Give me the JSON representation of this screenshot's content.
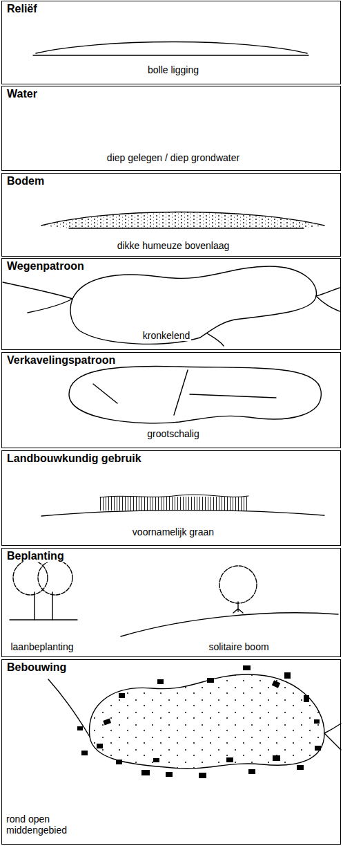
{
  "diagram": {
    "nodes": [
      {
        "text": [
          "Reliëf",
          "bolle ligging"
        ]
      },
      {
        "text": [
          "Water",
          "diep gelegen / diep grondwater"
        ]
      },
      {
        "text": [
          "Bodem",
          "dikke humeuze bovenlaag"
        ]
      },
      {
        "text": [
          "Wegenpatroon",
          "kronkelend"
        ]
      },
      {
        "text": [
          "Verkavelingspatroon",
          "grootschalig"
        ]
      },
      {
        "text": [
          "Landbouwkundig gebruik",
          "voornamelijk graan"
        ]
      },
      {
        "text": [
          "Beplanting",
          "laanbeplanting",
          "solitaire boom"
        ]
      },
      {
        "text": [
          "Bebouwing",
          "rond open middengebied"
        ]
      }
    ]
  }
}
